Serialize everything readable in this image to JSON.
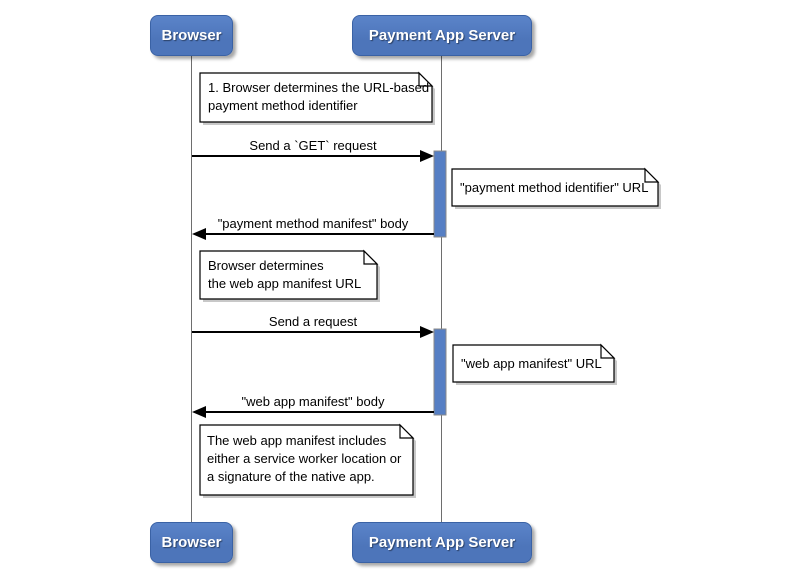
{
  "diagram": {
    "actors": [
      {
        "label": "Browser"
      },
      {
        "label": "Payment App Server"
      }
    ],
    "messages": [
      {
        "label": "Send a `GET` request",
        "direction": "right"
      },
      {
        "label": "\"payment method manifest\" body",
        "direction": "left"
      },
      {
        "label": "Send a request",
        "direction": "right"
      },
      {
        "label": "\"web app manifest\" body",
        "direction": "left"
      }
    ],
    "notes": [
      {
        "lines": [
          "1. Browser determines the URL-based",
          "payment method identifier"
        ]
      },
      {
        "lines": [
          "\"payment method identifier\" URL"
        ]
      },
      {
        "lines": [
          "Browser determines",
          "the web app manifest URL"
        ]
      },
      {
        "lines": [
          "\"web app manifest\" URL"
        ]
      },
      {
        "lines": [
          "The web app manifest includes",
          "either a service worker location or",
          "a signature of the native app."
        ]
      }
    ],
    "colors": {
      "background": "#ffffff",
      "actor_fill": "#4d75ba",
      "actor_fill_top": "#5b84c9",
      "actor_border": "#3a62a5",
      "actor_text": "#ffffff",
      "lifeline": "#6e6e6e",
      "activation_fill": "#567fc4",
      "activation_border": "#8a8a8a",
      "note_fill": "#ffffff",
      "note_border": "#000000",
      "message_color": "#000000"
    }
  }
}
